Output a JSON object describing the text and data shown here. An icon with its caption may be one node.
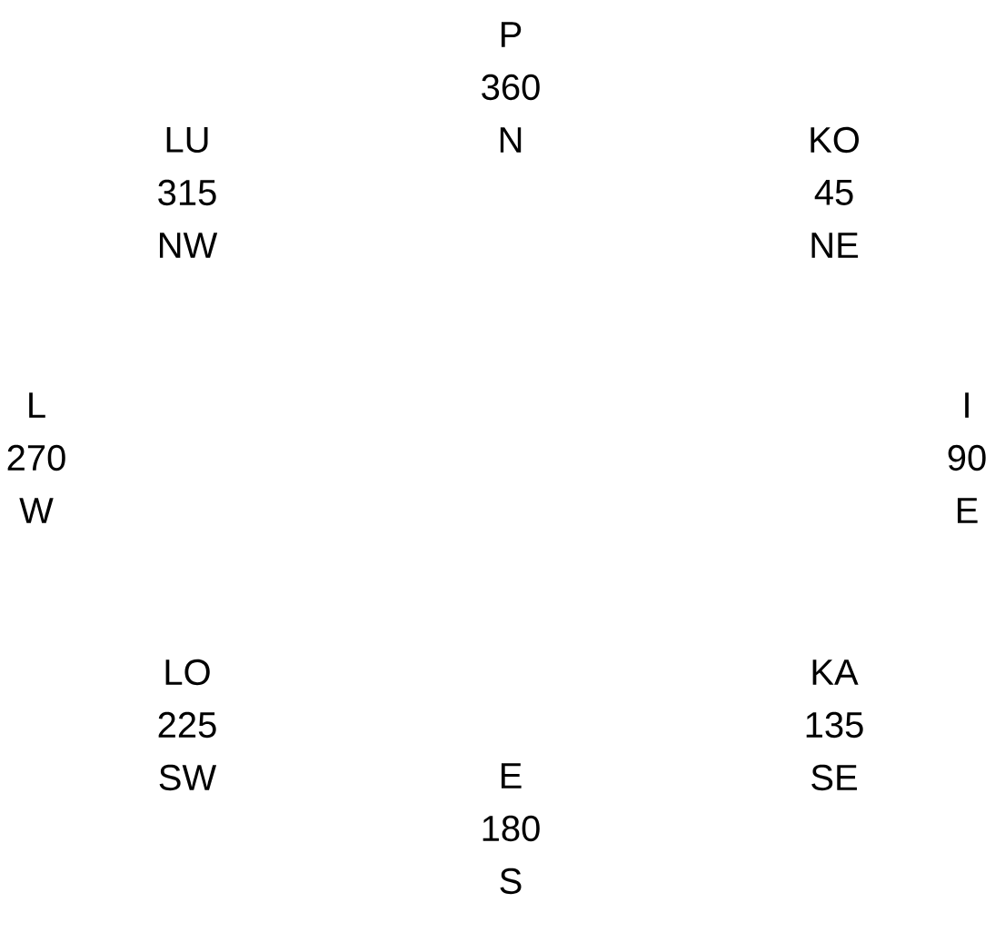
{
  "diagram": {
    "labels": [
      "P",
      "360",
      "N",
      "LU",
      "315",
      "NW",
      "KO",
      "45",
      "NE",
      "L",
      "270",
      "W",
      "I",
      "90",
      "E",
      "LO",
      "225",
      "SW",
      "KA",
      "135",
      "SE",
      "E",
      "180",
      "S"
    ]
  }
}
